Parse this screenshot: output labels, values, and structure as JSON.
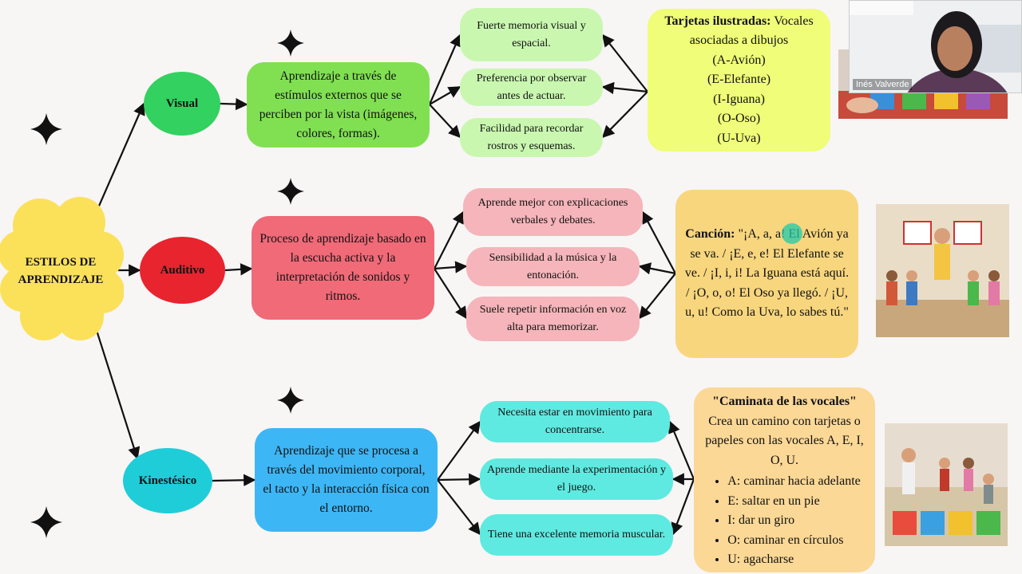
{
  "center": {
    "label_line1": "ESTILOS DE",
    "label_line2": "APRENDIZAJE"
  },
  "styles": [
    {
      "label": "Visual",
      "description": "Aprendizaje a través de estímulos externos que se perciben por la vista (imágenes, colores, formas).",
      "features": [
        "Fuerte memoria visual y espacial.",
        "Preferencia por observar antes de actuar.",
        "Facilidad para recordar rostros y esquemas."
      ],
      "activity_title": "Tarjetas ilustradas:",
      "activity_text": "Vocales asociadas a dibujos",
      "activity_lines": [
        "(A-Avión)",
        "(E-Elefante)",
        "(I-Iguana)",
        "(O-Oso)",
        "(U-Uva)"
      ]
    },
    {
      "label": "Auditivo",
      "description": "Proceso de aprendizaje basado en la escucha activa y la interpretación de sonidos y ritmos.",
      "features": [
        "Aprende mejor con explicaciones verbales y debates.",
        "Sensibilidad a la música y la entonación.",
        "Suele repetir información en voz alta para memorizar."
      ],
      "activity_title": "Canción:",
      "activity_text": "\"¡A, a, a! El Avión ya se va. / ¡E, e, e! El Elefante se ve. / ¡I, i, i! La Iguana está aquí. / ¡O, o, o! El Oso ya llegó. / ¡U, u, u! Como la Uva, lo sabes tú.\""
    },
    {
      "label": "Kinestésico",
      "description": "Aprendizaje que se procesa a través del movimiento corporal, el tacto y la interacción física con el entorno.",
      "features": [
        "Necesita estar en movimiento para concentrarse.",
        "Aprende mediante la experimentación y el juego.",
        "Tiene una excelente memoria muscular."
      ],
      "activity_title": "\"Caminata de las vocales\"",
      "activity_text": "Crea un camino con tarjetas o papeles con las vocales A, E, I, O, U.",
      "activity_list": [
        "A: caminar hacia adelante",
        "E: saltar en un pie",
        "I: dar un giro",
        "O: caminar en círculos",
        "U: agacharse"
      ]
    }
  ],
  "video": {
    "participant_name": "Inés Valverde"
  },
  "colors": {
    "cloud": "#fbe15a",
    "visual": "#33d15f",
    "visual_desc": "#80e052",
    "visual_feat": "#c9f7b0",
    "visual_card": "#effd78",
    "auditivo": "#e8242f",
    "auditivo_desc": "#f06a78",
    "auditivo_feat": "#f5b5ba",
    "auditivo_card": "#f8d67e",
    "kinestesico": "#1ecdd8",
    "kin_desc": "#3db6f5",
    "kin_feat": "#5eeae0",
    "kin_card": "#fbd896"
  }
}
